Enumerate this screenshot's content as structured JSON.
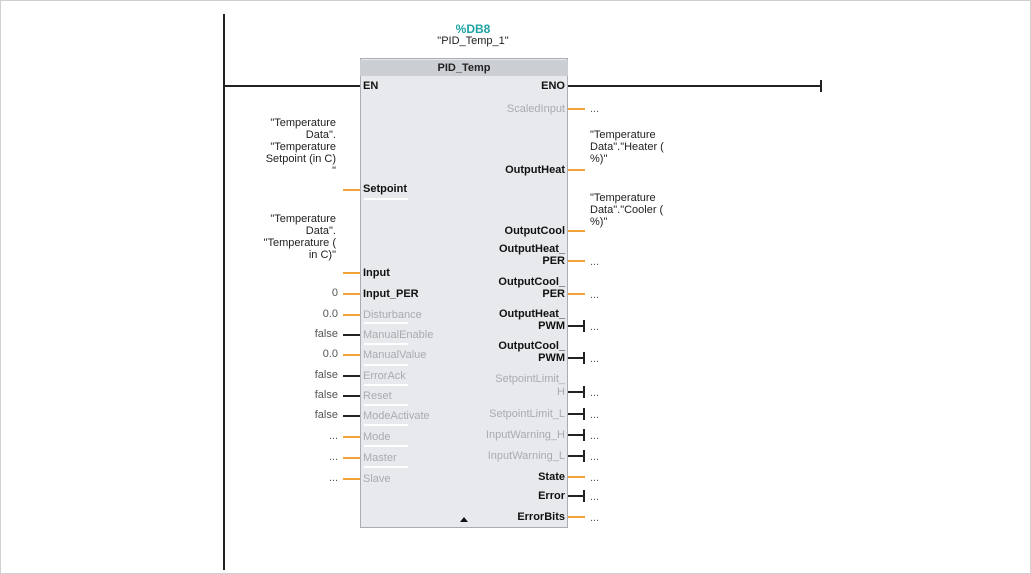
{
  "instance": {
    "db": "%DB8",
    "name": "\"PID_Temp_1\""
  },
  "block": {
    "type": "PID_Temp"
  },
  "inputs": {
    "en": "EN",
    "setpoint": "Setpoint",
    "input": "Input",
    "input_per": "Input_PER",
    "disturbance": "Disturbance",
    "manual_enable": "ManualEnable",
    "manual_value": "ManualValue",
    "error_ack": "ErrorAck",
    "reset": "Reset",
    "mode_activate": "ModeActivate",
    "mode": "Mode",
    "master": "Master",
    "slave": "Slave"
  },
  "outputs": {
    "eno": "ENO",
    "scaled_input": "ScaledInput",
    "output_heat": "OutputHeat",
    "output_cool": "OutputCool",
    "output_heat_per_1": "OutputHeat_",
    "output_heat_per_2": "PER",
    "output_cool_per_1": "OutputCool_",
    "output_cool_per_2": "PER",
    "output_heat_pwm_1": "OutputHeat_",
    "output_heat_pwm_2": "PWM",
    "output_cool_pwm_1": "OutputCool_",
    "output_cool_pwm_2": "PWM",
    "setpoint_limit_h_1": "SetpointLimit_",
    "setpoint_limit_h_2": "H",
    "setpoint_limit_l": "SetpointLimit_L",
    "input_warning_h": "InputWarning_H",
    "input_warning_l": "InputWarning_L",
    "state": "State",
    "error": "Error",
    "error_bits": "ErrorBits"
  },
  "input_params": {
    "setpoint_tag": "\"Temperature\nData\".\n\"Temperature\nSetpoint (in C)\n\"",
    "input_tag": "\"Temperature\nData\".\n\"Temperature (\nin C)\"",
    "input_per_val": "0",
    "disturbance_val": "0.0",
    "manual_enable_val": "false",
    "manual_value_val": "0.0",
    "error_ack_val": "false",
    "reset_val": "false",
    "mode_activate_val": "false",
    "mode_val": "...",
    "master_val": "...",
    "slave_val": "..."
  },
  "output_params": {
    "scaled_input_val": "...",
    "output_heat_tag": "\"Temperature\nData\".\"Heater (\n%)\"",
    "output_cool_tag": "\"Temperature\nData\".\"Cooler (\n%)\"",
    "output_heat_per_val": "...",
    "output_cool_per_val": "...",
    "output_heat_pwm_val": "...",
    "output_cool_pwm_val": "...",
    "setpoint_limit_h_val": "...",
    "setpoint_limit_l_val": "...",
    "input_warning_h_val": "...",
    "input_warning_l_val": "...",
    "state_val": "...",
    "error_val": "...",
    "error_bits_val": "..."
  },
  "colors": {
    "instance_id": "#1fa3a3",
    "pin_wire": "#f2a23b",
    "block_bg": "#e7e9ec"
  }
}
